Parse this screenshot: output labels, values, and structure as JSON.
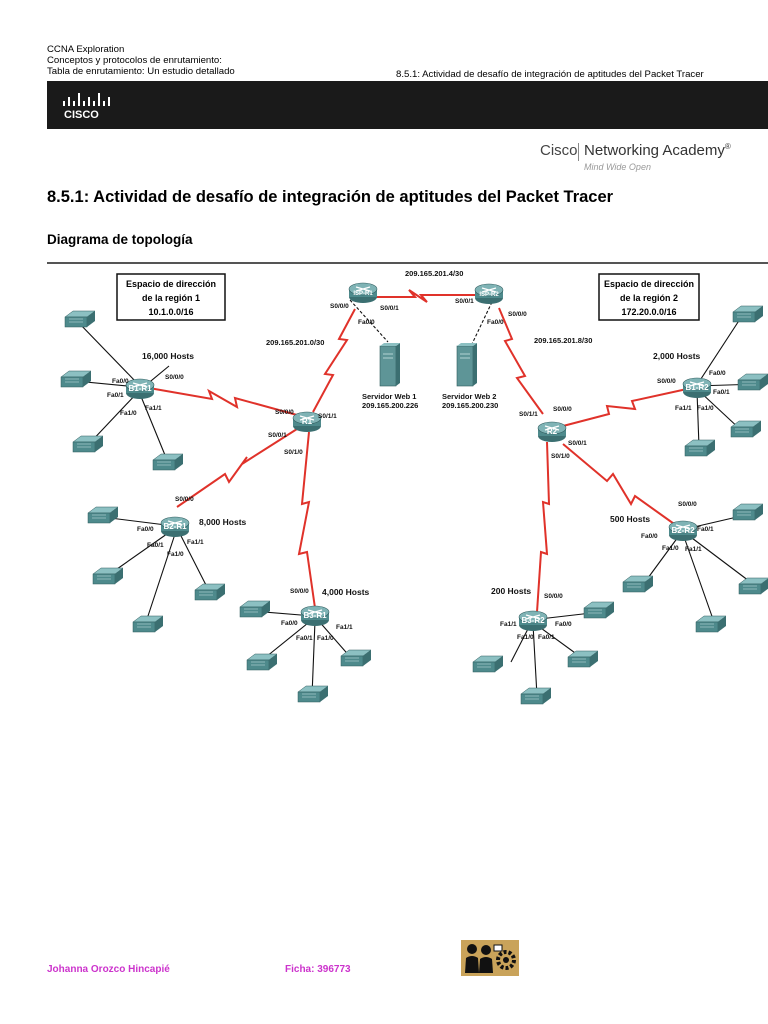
{
  "header": {
    "course": "CCNA Exploration",
    "module": "Conceptos y protocolos de enrutamiento:",
    "chapter": "Tabla de enrutamiento: Un estudio detallado",
    "activity_ref": "8.5.1: Actividad de desafío de integración de aptitudes del Packet Tracer"
  },
  "branding": {
    "cisco_word": "Cisco",
    "academy_name": "Networking Academy",
    "academy_mark": "®",
    "tagline": "Mind Wide Open",
    "logo_text": "CISCO"
  },
  "title": "8.5.1: Actividad de desafío de integración de aptitudes del Packet Tracer",
  "subtitle": "Diagrama de topología",
  "topology": {
    "region1_box": [
      "Espacio de dirección",
      "de la región 1",
      "10.1.0.0/16"
    ],
    "region2_box": [
      "Espacio de dirección",
      "de la región 2",
      "172.20.0.0/16"
    ],
    "routers": {
      "isp_r1": "ISP-R1",
      "isp_r2": "ISP-R2",
      "r1": "R1",
      "r2": "R2",
      "b1_r1": "B1-R1",
      "b2_r1": "B2-R1",
      "b3_r1": "B3-R1",
      "b1_r2": "B1-R2",
      "b2_r2": "B2-R2",
      "b3_r2": "B3-R2"
    },
    "links": {
      "isp_link": "209.165.201.4/30",
      "isp_r1_r1": "209.165.201.0/30",
      "isp_r2_r2": "209.165.201.8/30"
    },
    "servers": {
      "web1_name": "Servidor Web 1",
      "web1_ip": "209.165.200.226",
      "web2_name": "Servidor Web 2",
      "web2_ip": "209.165.200.230"
    },
    "hosts": {
      "b1_r1": "16,000 Hosts",
      "b2_r1": "8,000 Hosts",
      "b3_r1": "4,000 Hosts",
      "b1_r2": "2,000 Hosts",
      "b2_r2": "500 Hosts",
      "b3_r2": "200 Hosts"
    },
    "ports": {
      "isp_r1_s000": "S0/0/0",
      "isp_r1_s001": "S0/0/1",
      "isp_r1_fa00": "Fa0/0",
      "isp_r2_s001": "S0/0/1",
      "isp_r2_s000": "S0/0/0",
      "isp_r2_fa00": "Fa0/0",
      "r1_s000": "S0/0/0",
      "r1_s011": "S0/1/1",
      "r1_s001": "S0/0/1",
      "r1_s010": "S0/1/0",
      "r2_s011": "S0/1/1",
      "r2_s000": "S0/0/0",
      "r2_s001": "S0/0/1",
      "r2_s010": "S0/1/0",
      "b1_r1_fa00": "Fa0/0",
      "b1_r1_fa01": "Fa0/1",
      "b1_r1_s000": "S0/0/0",
      "b1_r1_fa10": "Fa1/0",
      "b1_r1_fa11": "Fa1/1",
      "b2_r1_s000": "S0/0/0",
      "b2_r1_fa00": "Fa0/0",
      "b2_r1_fa01": "Fa0/1",
      "b2_r1_fa11": "Fa1/1",
      "b2_r1_fa10": "Fa1/0",
      "b3_r1_s000": "S0/0/0",
      "b3_r1_fa00": "Fa0/0",
      "b3_r1_fa11": "Fa1/1",
      "b3_r1_fa01": "Fa0/1",
      "b3_r1_fa10": "Fa1/0",
      "b1_r2_s000": "S0/0/0",
      "b1_r2_fa00": "Fa0/0",
      "b1_r2_fa01": "Fa0/1",
      "b1_r2_fa11": "Fa1/1",
      "b1_r2_fa10": "Fa1/0",
      "b2_r2_s000": "S0/0/0",
      "b2_r2_fa01": "Fa0/1",
      "b2_r2_fa00": "Fa0/0",
      "b2_r2_fa10": "Fa1/0",
      "b2_r2_fa11": "Fa1/1",
      "b3_r2_s000": "S0/0/0",
      "b3_r2_fa11": "Fa1/1",
      "b3_r2_fa00": "Fa0/0",
      "b3_r2_fa10": "Fa1/0",
      "b3_r2_fa01": "Fa0/1"
    }
  },
  "footer": {
    "author": "Johanna Orozco Hincapié",
    "ficha": "Ficha: 396773"
  },
  "colors": {
    "serial_link": "#e0322a",
    "ethernet_link": "#111111",
    "device": "#4e8a8c",
    "footer_text": "#cc33cc"
  }
}
